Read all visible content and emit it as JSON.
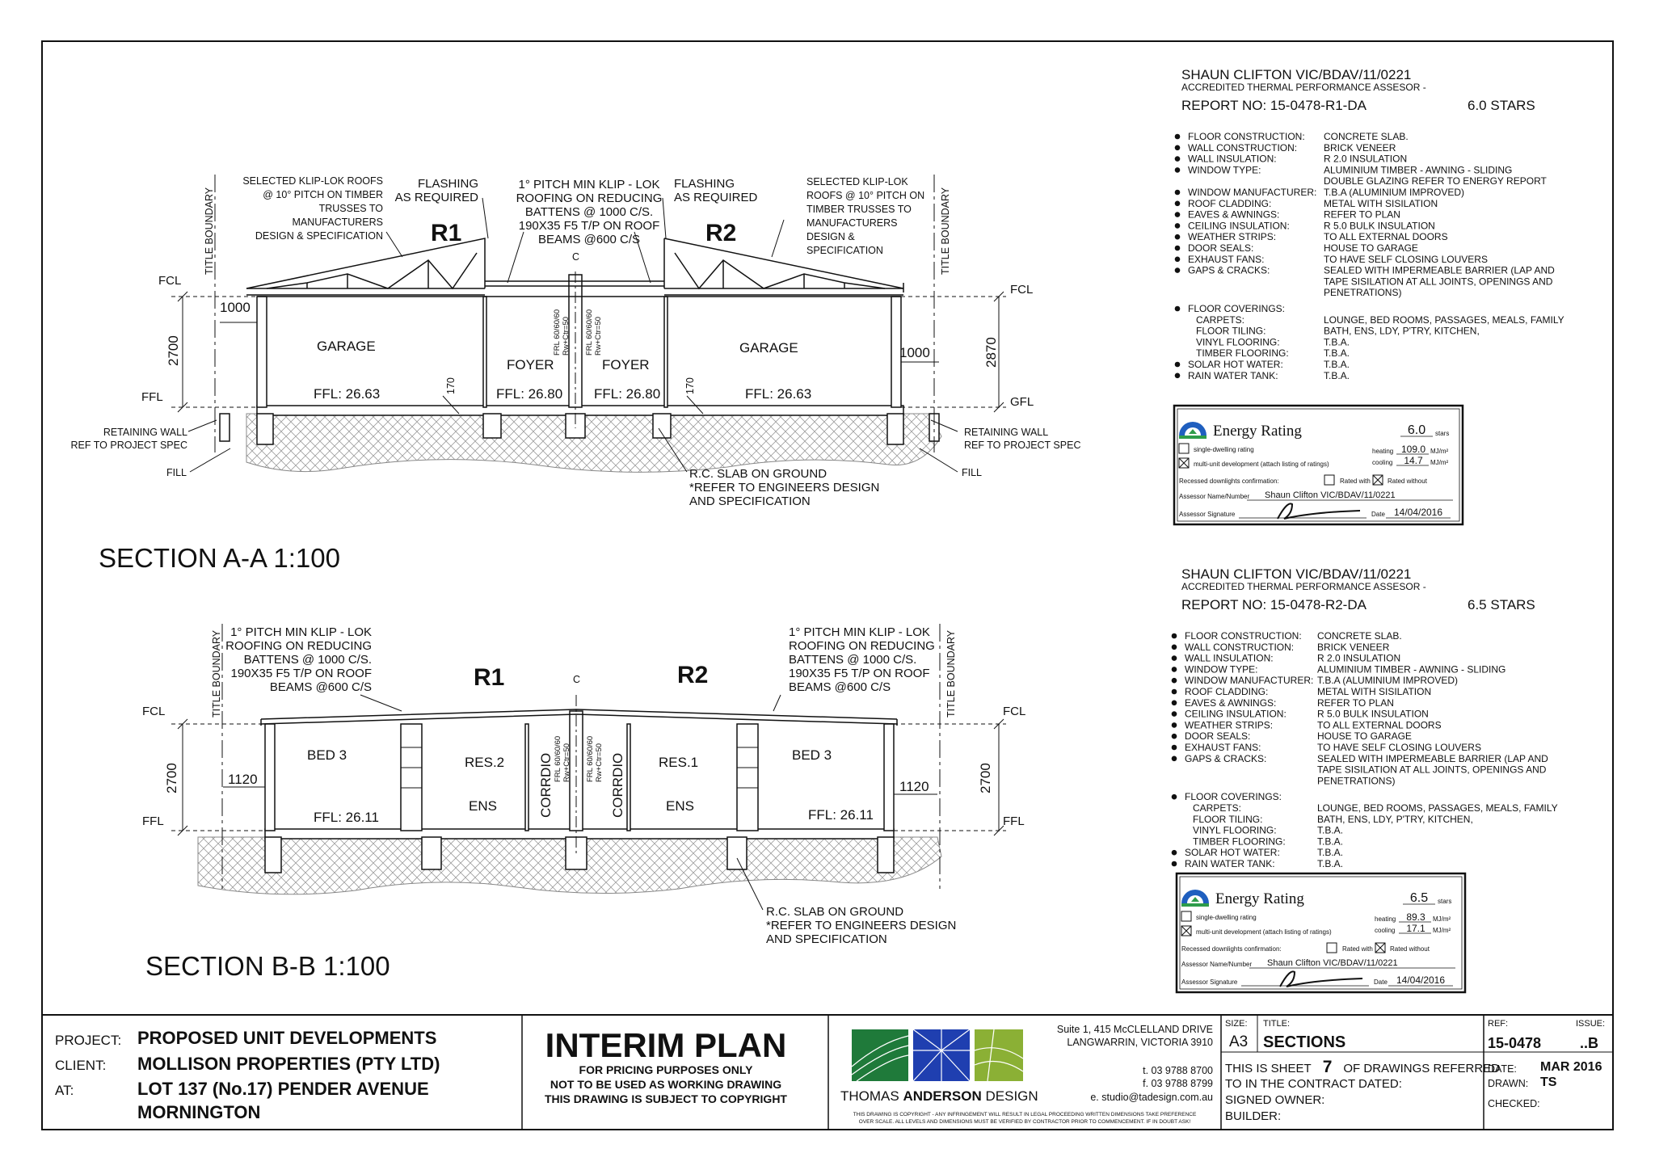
{
  "section_a": {
    "title": "SECTION  A-A   1:100",
    "unit_r1": "R1",
    "unit_r2": "R2",
    "title_boundary": "TITLE  BOUNDARY",
    "note_roof_left": [
      "SELECTED KLIP-LOK ROOFS",
      "@ 10° PITCH ON TIMBER",
      "TRUSSES TO",
      "MANUFACTURERS",
      "DESIGN & SPECIFICATION"
    ],
    "note_flashing_left": [
      "FLASHING",
      "AS REQUIRED"
    ],
    "note_klip_center": [
      "1° PITCH MIN KLIP - LOK",
      "ROOFING ON REDUCING",
      "BATTENS @ 1000 C/S.",
      "190X35 F5 T/P ON ROOF",
      "BEAMS @600 C/S"
    ],
    "note_flashing_right": [
      "FLASHING",
      "AS REQUIRED"
    ],
    "note_roof_right": [
      "SELECTED KLIP-LOK",
      "ROOFS  @ 10° PITCH ON",
      "TIMBER TRUSSES TO",
      "MANUFACTURERS",
      "DESIGN &",
      "SPECIFICATION"
    ],
    "fcl": "FCL",
    "ffl": "FFL",
    "gfl": "GFL",
    "dim_1000": "1000",
    "dim_2700": "2700",
    "dim_2870": "2870",
    "dim_170": "170",
    "room_garage": "GARAGE",
    "room_foyer": "FOYER",
    "ffl_garage": "FFL: 26.63",
    "ffl_foyer": "FFL: 26.80",
    "wall_spec": [
      "FRL 60/60/60",
      "Rw+Ctr=50"
    ],
    "retaining_left": [
      "RETAINING WALL",
      "REF TO PROJECT SPEC"
    ],
    "retaining_right": [
      "RETAINING WALL",
      "REF TO PROJECT SPEC"
    ],
    "fill": "FILL",
    "slab_note": [
      "R.C. SLAB ON GROUND",
      "*REFER TO ENGINEERS DESIGN",
      "AND SPECIFICATION"
    ],
    "centerline": "C"
  },
  "section_b": {
    "title": "SECTION  B-B   1:100",
    "unit_r1": "R1",
    "unit_r2": "R2",
    "title_boundary": "TITLE  BOUNDARY",
    "note_klip_left": [
      "1° PITCH MIN KLIP - LOK",
      "ROOFING ON REDUCING",
      "BATTENS @ 1000 C/S.",
      "190X35 F5 T/P ON ROOF",
      "BEAMS @600 C/S"
    ],
    "note_klip_right": [
      "1° PITCH MIN KLIP - LOK",
      "ROOFING ON REDUCING",
      "BATTENS @ 1000 C/S.",
      "190X35 F5 T/P ON ROOF",
      "BEAMS @600 C/S"
    ],
    "fcl": "FCL",
    "ffl": "FFL",
    "dim_2700": "2700",
    "dim_1120": "1120",
    "room_bed3": "BED 3",
    "room_res2": "RES.2",
    "room_res1": "RES.1",
    "room_ens": "ENS",
    "room_corridor": "CORRDIO",
    "ffl_bed": "FFL: 26.11",
    "wall_spec": [
      "FRL 60/60/60",
      "Rw+Ctr=50"
    ],
    "slab_note": [
      "R.C. SLAB ON GROUND",
      "*REFER TO ENGINEERS DESIGN",
      "AND SPECIFICATION"
    ],
    "centerline": "C"
  },
  "reports": [
    {
      "assessor": "SHAUN CLIFTON  VIC/BDAV/11/0221",
      "accredited": "ACCREDITED THERMAL PERFORMANCE ASSESOR -",
      "report_no": "REPORT NO: 15-0478-R1-DA",
      "stars": "6.0 STARS",
      "items": [
        {
          "k": "FLOOR CONSTRUCTION:",
          "v": [
            "CONCRETE SLAB."
          ],
          "bullet": true
        },
        {
          "k": "WALL CONSTRUCTION:",
          "v": [
            "BRICK VENEER"
          ],
          "bullet": true
        },
        {
          "k": "WALL INSULATION:",
          "v": [
            "R 2.0 INSULATION"
          ],
          "bullet": true
        },
        {
          "k": "WINDOW TYPE:",
          "v": [
            "ALUMINIUM TIMBER - AWNING - SLIDING",
            "DOUBLE GLAZING REFER TO ENERGY REPORT"
          ],
          "bullet": true
        },
        {
          "k": "WINDOW MANUFACTURER:",
          "v": [
            "T.B.A (ALUMINIUM IMPROVED)"
          ],
          "bullet": true
        },
        {
          "k": "ROOF CLADDING:",
          "v": [
            "METAL WITH SISILATION"
          ],
          "bullet": true
        },
        {
          "k": "EAVES & AWNINGS:",
          "v": [
            "REFER TO PLAN"
          ],
          "bullet": true
        },
        {
          "k": "CEILING INSULATION:",
          "v": [
            "R 5.0  BULK INSULATION"
          ],
          "bullet": true
        },
        {
          "k": "WEATHER STRIPS:",
          "v": [
            "TO ALL EXTERNAL DOORS"
          ],
          "bullet": true
        },
        {
          "k": "DOOR SEALS:",
          "v": [
            "HOUSE TO GARAGE"
          ],
          "bullet": true
        },
        {
          "k": "EXHAUST FANS:",
          "v": [
            "TO HAVE SELF CLOSING LOUVERS"
          ],
          "bullet": true
        },
        {
          "k": "GAPS & CRACKS:",
          "v": [
            "SEALED WITH IMPERMEABLE BARRIER (LAP AND",
            "TAPE SISILATION AT ALL JOINTS, OPENINGS AND",
            "PENETRATIONS)"
          ],
          "bullet": true
        },
        {
          "k": "FLOOR COVERINGS:",
          "v": [
            ""
          ],
          "bullet": true,
          "gap": true
        },
        {
          "k": "CARPETS:",
          "v": [
            "LOUNGE, BED ROOMS, PASSAGES, MEALS, FAMILY"
          ],
          "bullet": false
        },
        {
          "k": "FLOOR TILING:",
          "v": [
            "BATH, ENS, LDY, P'TRY, KITCHEN,"
          ],
          "bullet": false
        },
        {
          "k": "VINYL FLOORING:",
          "v": [
            "T.B.A."
          ],
          "bullet": false
        },
        {
          "k": "TIMBER FLOORING:",
          "v": [
            "T.B.A."
          ],
          "bullet": false
        },
        {
          "k": "SOLAR HOT WATER:",
          "v": [
            "T.B.A."
          ],
          "bullet": true
        },
        {
          "k": "RAIN WATER TANK:",
          "v": [
            "T.B.A."
          ],
          "bullet": true
        }
      ],
      "energy": {
        "title": "Energy Rating",
        "stars": "6.0",
        "stars_unit": "stars",
        "single_dwelling": "single-dwelling rating",
        "multi_unit": "multi-unit development (attach listing of ratings)",
        "heating_label": "heating",
        "heating": "109.0",
        "cooling_label": "cooling",
        "cooling": "14.7",
        "unit": "MJ/m²",
        "recessed": "Recessed downlights confirmation:",
        "rated_with": "Rated with",
        "rated_without": "Rated without",
        "assessor_label": "Assessor Name/Number",
        "assessor_value": "Shaun Clifton    VIC/BDAV/11/0221",
        "signature_label": "Assessor Signature",
        "date_label": "Date",
        "date": "14/04/2016"
      }
    },
    {
      "assessor": "SHAUN CLIFTON  VIC/BDAV/11/0221",
      "accredited": "ACCREDITED THERMAL PERFORMANCE ASSESOR -",
      "report_no": "REPORT NO: 15-0478-R2-DA",
      "stars": "6.5 STARS",
      "items": [
        {
          "k": "FLOOR CONSTRUCTION:",
          "v": [
            "CONCRETE SLAB."
          ],
          "bullet": true
        },
        {
          "k": "WALL CONSTRUCTION:",
          "v": [
            "BRICK VENEER"
          ],
          "bullet": true
        },
        {
          "k": "WALL INSULATION:",
          "v": [
            "R 2.0 INSULATION"
          ],
          "bullet": true
        },
        {
          "k": "WINDOW TYPE:",
          "v": [
            "ALUMINIUM TIMBER - AWNING - SLIDING"
          ],
          "bullet": true
        },
        {
          "k": "WINDOW MANUFACTURER:",
          "v": [
            "T.B.A (ALUMINIUM IMPROVED)"
          ],
          "bullet": true
        },
        {
          "k": "ROOF CLADDING:",
          "v": [
            "METAL WITH SISILATION"
          ],
          "bullet": true
        },
        {
          "k": "EAVES & AWNINGS:",
          "v": [
            "REFER TO PLAN"
          ],
          "bullet": true
        },
        {
          "k": "CEILING INSULATION:",
          "v": [
            "R 5.0  BULK INSULATION"
          ],
          "bullet": true
        },
        {
          "k": "WEATHER STRIPS:",
          "v": [
            "TO ALL EXTERNAL DOORS"
          ],
          "bullet": true
        },
        {
          "k": "DOOR SEALS:",
          "v": [
            "HOUSE TO GARAGE"
          ],
          "bullet": true
        },
        {
          "k": "EXHAUST FANS:",
          "v": [
            "TO HAVE SELF CLOSING LOUVERS"
          ],
          "bullet": true
        },
        {
          "k": "GAPS & CRACKS:",
          "v": [
            "SEALED WITH IMPERMEABLE BARRIER (LAP AND",
            "TAPE SISILATION AT ALL JOINTS, OPENINGS AND",
            "PENETRATIONS)"
          ],
          "bullet": true
        },
        {
          "k": "FLOOR COVERINGS:",
          "v": [
            ""
          ],
          "bullet": true,
          "gap": true
        },
        {
          "k": "CARPETS:",
          "v": [
            "LOUNGE, BED ROOMS, PASSAGES, MEALS, FAMILY"
          ],
          "bullet": false
        },
        {
          "k": "FLOOR TILING:",
          "v": [
            "BATH, ENS, LDY, P'TRY, KITCHEN,"
          ],
          "bullet": false
        },
        {
          "k": "VINYL FLOORING:",
          "v": [
            "T.B.A."
          ],
          "bullet": false
        },
        {
          "k": "TIMBER FLOORING:",
          "v": [
            "T.B.A."
          ],
          "bullet": false
        },
        {
          "k": "SOLAR HOT WATER:",
          "v": [
            "T.B.A."
          ],
          "bullet": true
        },
        {
          "k": "RAIN WATER TANK:",
          "v": [
            "T.B.A."
          ],
          "bullet": true
        }
      ],
      "energy": {
        "title": "Energy Rating",
        "stars": "6.5",
        "stars_unit": "stars",
        "single_dwelling": "single-dwelling rating",
        "multi_unit": "multi-unit development (attach listing of ratings)",
        "heating_label": "heating",
        "heating": "89.3",
        "cooling_label": "cooling",
        "cooling": "17.1",
        "unit": "MJ/m²",
        "recessed": "Recessed downlights confirmation:",
        "rated_with": "Rated with",
        "rated_without": "Rated without",
        "assessor_label": "Assessor Name/Number",
        "assessor_value": "Shaun Clifton    VIC/BDAV/11/0221",
        "signature_label": "Assessor Signature",
        "date_label": "Date",
        "date": "14/04/2016"
      }
    }
  ],
  "title_block": {
    "project_label": "PROJECT:",
    "project": "PROPOSED UNIT DEVELOPMENTS",
    "client_label": "CLIENT:",
    "client": "MOLLISON PROPERTIES (PTY LTD)",
    "at_label": "AT:",
    "at_line1": "LOT 137 (No.17) PENDER AVENUE",
    "at_line2": "MORNINGTON",
    "interim_title": "INTERIM PLAN",
    "interim_lines": [
      "FOR PRICING PURPOSES ONLY",
      "NOT TO BE USED AS WORKING DRAWING",
      "THIS DRAWING IS SUBJECT TO COPYRIGHT"
    ],
    "firm_name_light": "THOMAS",
    "firm_name_bold": "ANDERSON",
    "firm_name_end": "DESIGN",
    "firm_address": [
      "Suite 1, 415 McCLELLAND DRIVE",
      "LANGWARRIN, VICTORIA 3910"
    ],
    "firm_phone": "t.  03 9788 8700",
    "firm_fax": "f.  03 9788 8799",
    "firm_email": "e. studio@tadesign.com.au",
    "copyright": [
      "THIS DRAWING IS COPYRIGHT - ANY INFRINGEMENT WILL RESULT IN LEGAL PROCEEDING WRITTEN DIMENSIONS TAKE PREFERENCE",
      "OVER SCALE. ALL LEVELS AND DIMENSIONS  MUST BE VERIFIED BY CONTRACTOR PRIOR TO COMMENCEMENT. IF IN DOUBT ASK!"
    ],
    "size_label": "SIZE:",
    "size": "A3",
    "title_label": "TITLE:",
    "title": "SECTIONS",
    "ref_label": "REF:",
    "ref": "15-0478",
    "issue_label": "ISSUE:",
    "issue": "..B",
    "sheet_text_a": "THIS IS SHEET",
    "sheet_no": "7",
    "sheet_text_b": "OF DRAWINGS REFERRED",
    "contract": "TO IN THE CONTRACT DATED:",
    "signed_owner": "SIGNED OWNER:",
    "builder": "BUILDER:",
    "date_label": "DATE:",
    "date": "MAR 2016",
    "drawn_label": "DRAWN:",
    "drawn": "TS",
    "checked_label": "CHECKED:",
    "logo_colors": [
      "#1f7a3a",
      "#1f3fb0",
      "#8bb035"
    ]
  }
}
